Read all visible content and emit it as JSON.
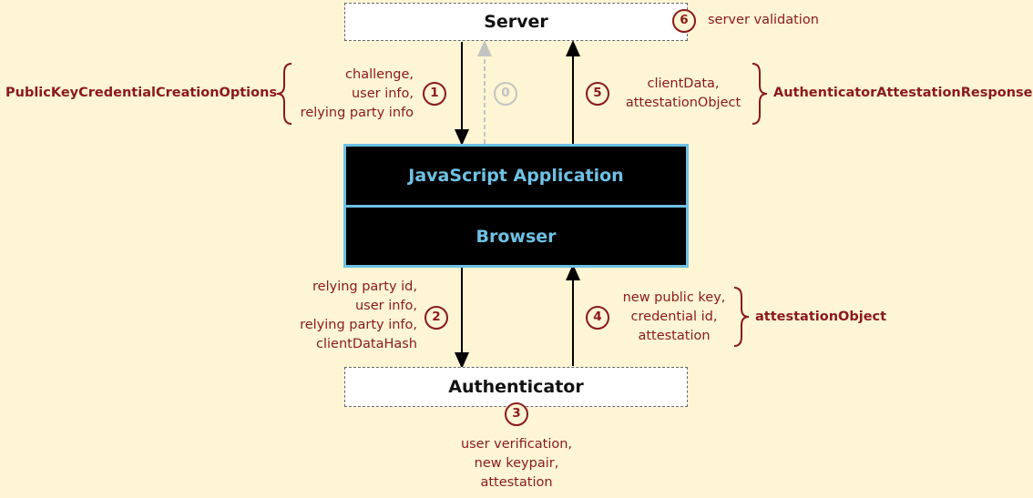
{
  "server": {
    "label": "Server"
  },
  "app": {
    "label": "JavaScript Application"
  },
  "browser": {
    "label": "Browser"
  },
  "authenticator": {
    "label": "Authenticator"
  },
  "steps": {
    "s0": "0",
    "s1": "1",
    "s2": "2",
    "s3": "3",
    "s4": "4",
    "s5": "5",
    "s6": "6"
  },
  "step1": {
    "lines": [
      "challenge,",
      "user info,",
      "relying party info"
    ],
    "brace_label": "PublicKeyCredentialCreationOptions"
  },
  "step2": {
    "lines": [
      "relying party id,",
      "user info,",
      "relying party info,",
      "clientDataHash"
    ]
  },
  "step3": {
    "lines": [
      "user verification,",
      "new keypair,",
      "attestation"
    ]
  },
  "step4": {
    "lines": [
      "new public key,",
      "credential id,",
      "attestation"
    ],
    "brace_label": "attestationObject"
  },
  "step5": {
    "lines": [
      "clientData,",
      "attestationObject"
    ],
    "brace_label": "AuthenticatorAttestationResponse"
  },
  "step6": {
    "label": "server validation"
  },
  "colors": {
    "background": "#fdf5d3",
    "accent_red": "#8b1a1a",
    "box_blue": "#6ec1e4",
    "faded_arrow": "#c3c3c3"
  }
}
